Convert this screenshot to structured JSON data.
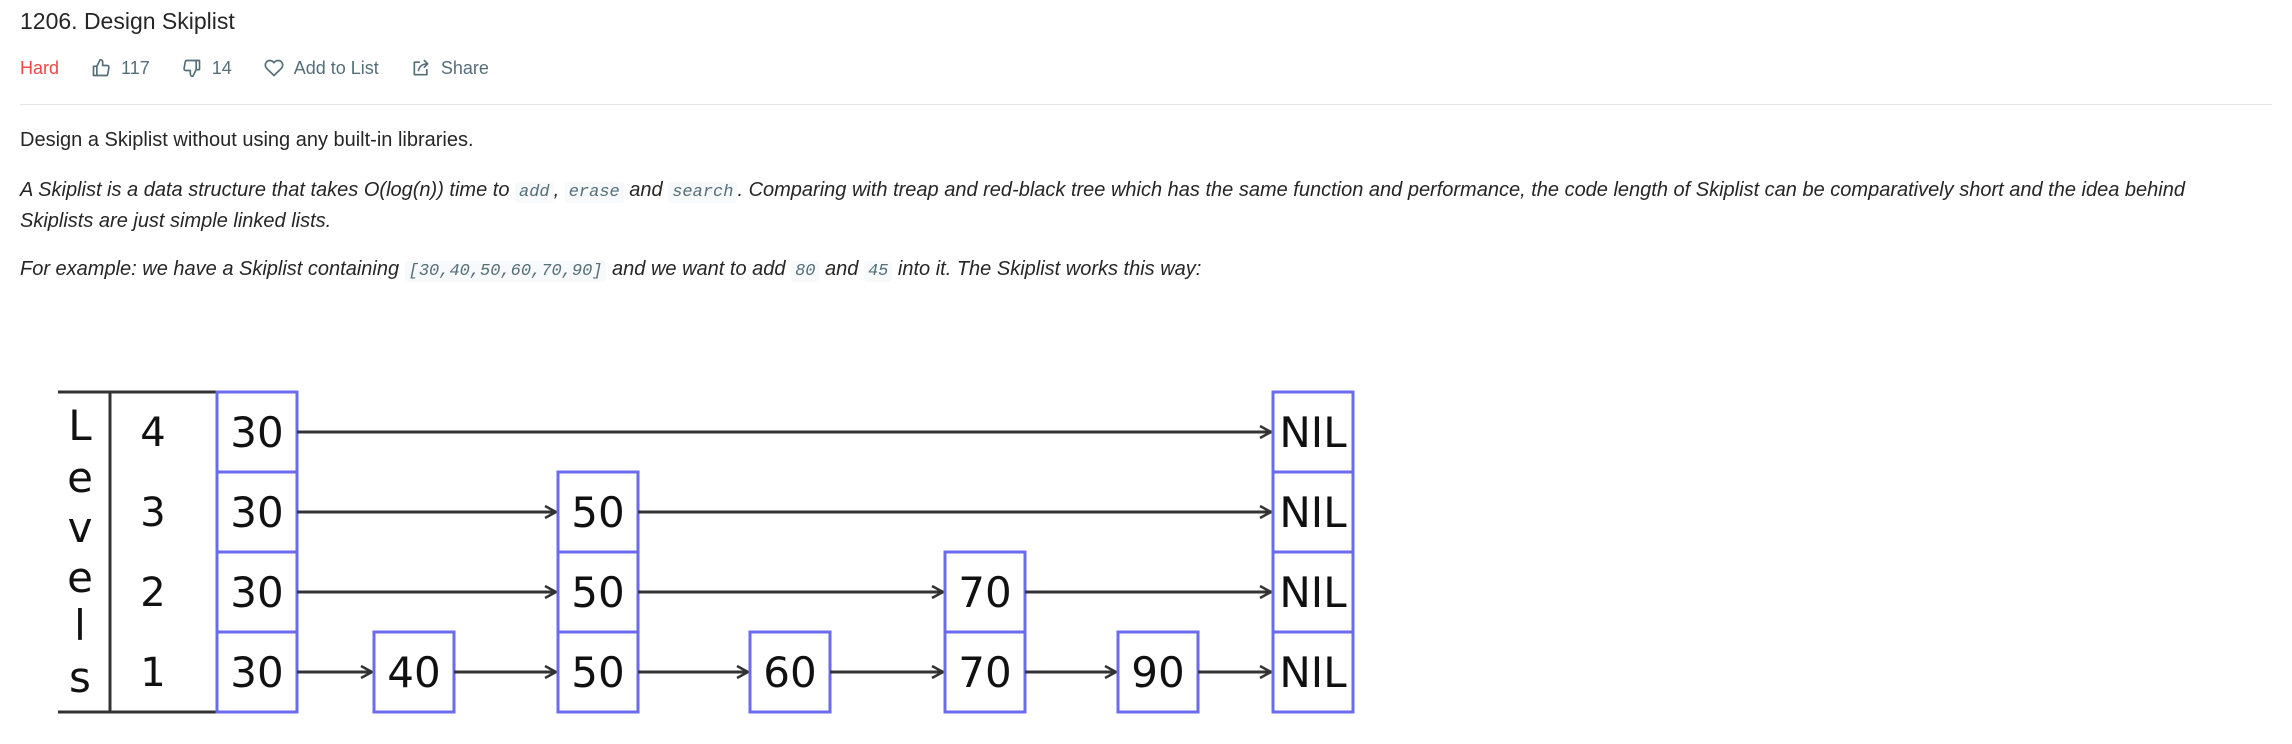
{
  "problem": {
    "title": "1206. Design Skiplist",
    "difficulty": "Hard",
    "likes": "117",
    "dislikes": "14",
    "add_to_list": "Add to List",
    "share": "Share"
  },
  "description": {
    "p1": "Design a Skiplist without using any built-in libraries.",
    "p2_before": "A Skiplist is a data structure that takes O(log(n)) time to ",
    "p2_code1": "add",
    "p2_sep1": ", ",
    "p2_code2": "erase",
    "p2_sep2": " and ",
    "p2_code3": "search",
    "p2_after": ". Comparing with treap and red-black tree which has the same function and performance, the code length of Skiplist can be comparatively short and the idea behind Skiplists are just simple linked lists.",
    "p3_before": "For example: we have a Skiplist containing ",
    "p3_code1": "[30,40,50,60,70,90]",
    "p3_mid": " and we want to add ",
    "p3_code2": "80",
    "p3_and": " and ",
    "p3_code3": "45",
    "p3_after": " into it. The Skiplist works this way:"
  },
  "diagram": {
    "axis_letters": [
      "L",
      "e",
      "v",
      "e",
      "l",
      "s"
    ],
    "levels": [
      {
        "level": "4",
        "nodes": [
          "30",
          "NIL"
        ]
      },
      {
        "level": "3",
        "nodes": [
          "30",
          "50",
          "NIL"
        ]
      },
      {
        "level": "2",
        "nodes": [
          "30",
          "50",
          "70",
          "NIL"
        ]
      },
      {
        "level": "1",
        "nodes": [
          "30",
          "40",
          "50",
          "60",
          "70",
          "90",
          "NIL"
        ]
      }
    ],
    "node_border_color": "#6b6bef",
    "line_color": "#333333"
  },
  "colors": {
    "hard": "#ef4743",
    "meta_text": "#546e7a",
    "divider": "#e5e5e5"
  },
  "icons": [
    "thumbs-up-icon",
    "thumbs-down-icon",
    "heart-icon",
    "share-icon"
  ]
}
